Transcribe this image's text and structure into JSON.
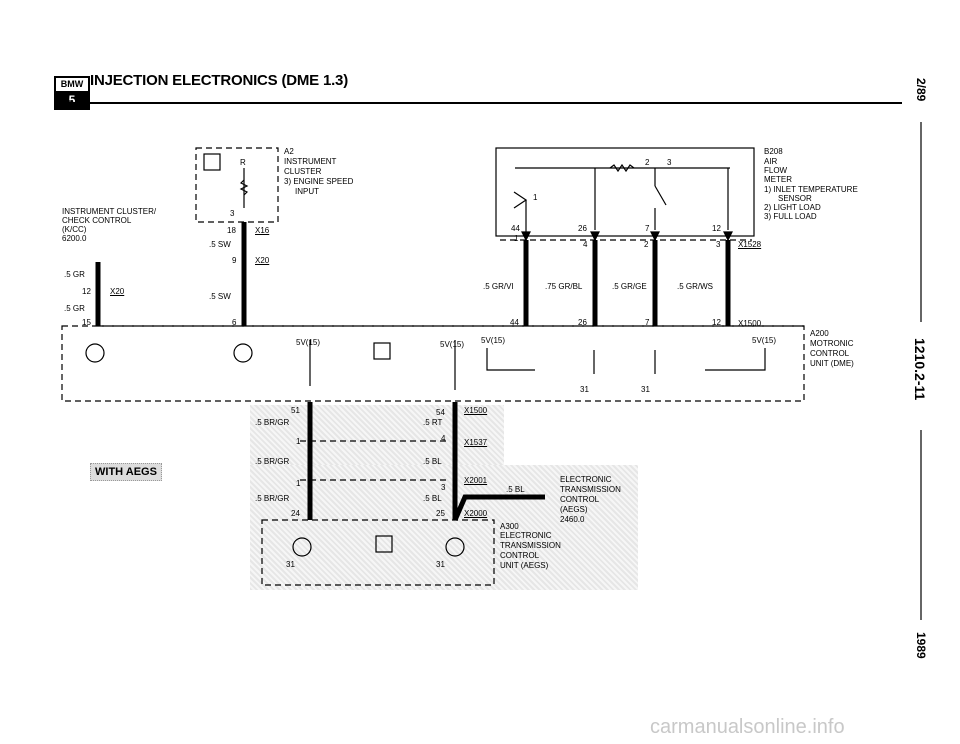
{
  "header": {
    "logo_top": "BMW",
    "logo_bottom": "5",
    "title": "INJECTION ELECTRONICS (DME 1.3)"
  },
  "side": {
    "date": "2/89",
    "page": "1210.2-11",
    "year": "1989"
  },
  "watermark": "carmanualsonline.info",
  "badge": "WITH AEGS",
  "components": {
    "a2": [
      "A2",
      "INSTRUMENT",
      "CLUSTER",
      "3) ENGINE SPEED",
      "INPUT"
    ],
    "kcc": [
      "INSTRUMENT CLUSTER/",
      "CHECK CONTROL",
      "(K/CC)",
      "6200.0"
    ],
    "b208": [
      "B208",
      "AIR",
      "FLOW",
      "METER",
      "1) INLET TEMPERATURE",
      "SENSOR",
      "2) LIGHT LOAD",
      "3) FULL LOAD"
    ],
    "a200": [
      "A200",
      "MOTRONIC",
      "CONTROL",
      "UNIT (DME)"
    ],
    "aegs_tx": [
      "ELECTRONIC",
      "TRANSMISSION",
      "CONTROL",
      "(AEGS)",
      "2460.0"
    ],
    "a300": [
      "A300",
      "ELECTRONIC",
      "TRANSMISSION",
      "CONTROL",
      "UNIT (AEGS)"
    ]
  },
  "connectors": {
    "x16": "X16",
    "x20a": "X20",
    "x20b": "X20",
    "x1528": "X1528",
    "x1500a": "X1500",
    "x1500b": "X1500",
    "x1537": "X1537",
    "x2001": "X2001",
    "x2000": "X2000"
  },
  "wires": {
    "sw1": ".5 SW",
    "sw2": ".5 SW",
    "gr1": ".5 GR",
    "gr2": ".5 GR",
    "grvi": ".5 GR/VI",
    "grbl": ".75 GR/BL",
    "grge": ".5 GR/GE",
    "grws": ".5 GR/WS",
    "brgr1": ".5 BR/GR",
    "brgr2": ".5 BR/GR",
    "brgr3": ".5 BR/GR",
    "rt": ".5 RT",
    "bl1": ".5 BL",
    "bl2": ".5 BL",
    "bl3": ".5 BL"
  },
  "pins": {
    "r": "R",
    "p3": "3",
    "p18": "18",
    "p9": "9",
    "p12": "12",
    "p15": "15",
    "p6": "6",
    "p44a": "44",
    "p26a": "26",
    "p7a": "7",
    "p12a": "12",
    "p1": "1",
    "p4": "4",
    "p2": "2",
    "p3b": "3",
    "p44b": "44",
    "p26b": "26",
    "p7b": "7",
    "p12b": "12",
    "m2": "2",
    "m3": "3",
    "m1": "1",
    "p51": "51",
    "p54": "54",
    "p1b": "1",
    "p4b": "4",
    "p1c": "1",
    "p3c": "3",
    "p24": "24",
    "p25": "25",
    "g31a": "31",
    "g31b": "31",
    "g31c": "31",
    "g31d": "31"
  },
  "voltages": {
    "v1": "5V(15)",
    "v2": "5V(15)",
    "v3": "5V(15)",
    "v4": "5V(15)"
  }
}
